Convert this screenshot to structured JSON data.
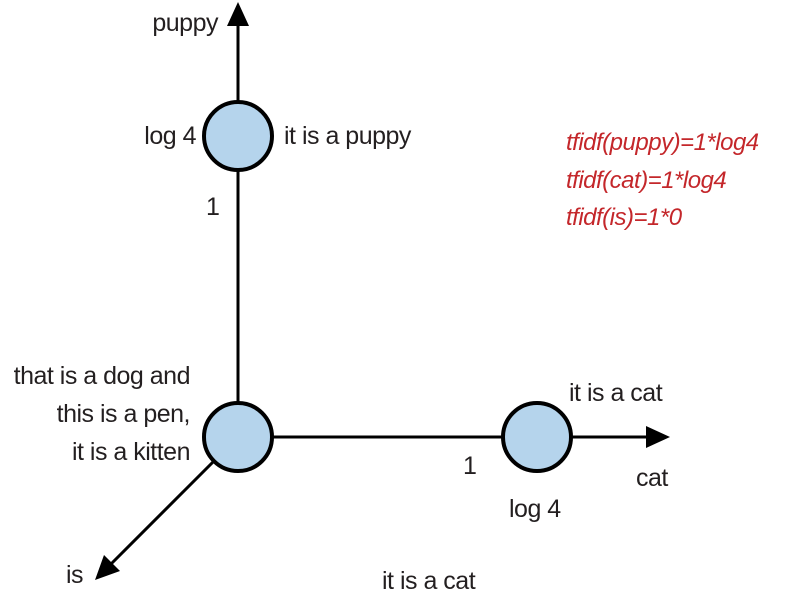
{
  "axes": {
    "vertical": "puppy",
    "horizontal": "cat",
    "diagonal": "is"
  },
  "top_node": {
    "weight": "log 4",
    "document": "it is a puppy",
    "edge_label": "1"
  },
  "right_node": {
    "weight": "log 4",
    "document": "it is a cat",
    "edge_label": "1"
  },
  "origin_node": {
    "lines": [
      "that is a dog and",
      "this is a pen,",
      "it is a kitten"
    ]
  },
  "bottom_caption": "it is a cat",
  "formulas": [
    "tfidf(puppy)=1*log4",
    "tfidf(cat)=1*log4",
    "tfidf(is)=1*0"
  ],
  "colors": {
    "node_fill": "#b5d4ec",
    "formula_text": "#c4272b"
  }
}
